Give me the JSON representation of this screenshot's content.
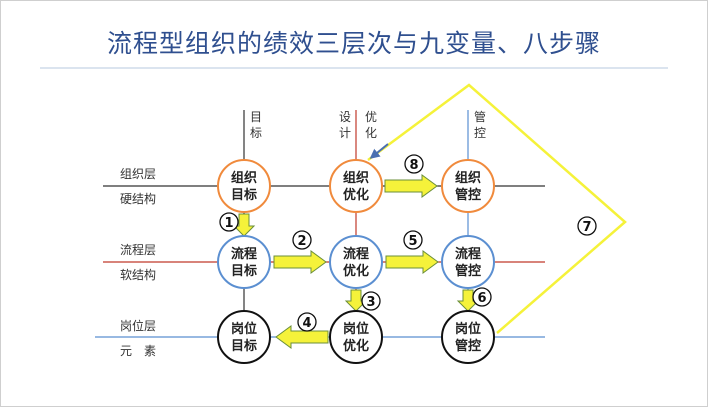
{
  "title": "流程型组织的绩效三层次与九变量、八步骤",
  "columns": [
    {
      "label": "目标",
      "chars": [
        "目",
        "标"
      ]
    },
    {
      "label": "设计 优化",
      "chars_left": [
        "设",
        "计"
      ],
      "chars_right": [
        "优",
        "化"
      ]
    },
    {
      "label": "管控",
      "chars": [
        "管",
        "控"
      ]
    }
  ],
  "rows": [
    {
      "label_line1": "组织层",
      "label_line2": "硬结构"
    },
    {
      "label_line1": "流程层",
      "label_line2": "软结构"
    },
    {
      "label_line1": "岗位层",
      "label_line2": "元　素"
    }
  ],
  "nodes": [
    {
      "line1": "组织",
      "line2": "目标"
    },
    {
      "line1": "组织",
      "line2": "优化"
    },
    {
      "line1": "组织",
      "line2": "管控"
    },
    {
      "line1": "流程",
      "line2": "目标"
    },
    {
      "line1": "流程",
      "line2": "优化"
    },
    {
      "line1": "流程",
      "line2": "管控"
    },
    {
      "line1": "岗位",
      "line2": "目标"
    },
    {
      "line1": "岗位",
      "line2": "优化"
    },
    {
      "line1": "岗位",
      "line2": "管控"
    }
  ],
  "steps": [
    "1",
    "2",
    "3",
    "4",
    "5",
    "6",
    "7",
    "8"
  ],
  "colors": {
    "title": "#2f4f8f",
    "org_circle": "#f08a3c",
    "process_circle": "#5b8fd1",
    "job_circle": "#111111",
    "arrow_fill": "#f5f23a",
    "arrow_stroke": "#6b8f3a",
    "loop_line": "#f5f23a",
    "process_row_line": "#c0392b",
    "job_row_line": "#5b8fd1"
  }
}
